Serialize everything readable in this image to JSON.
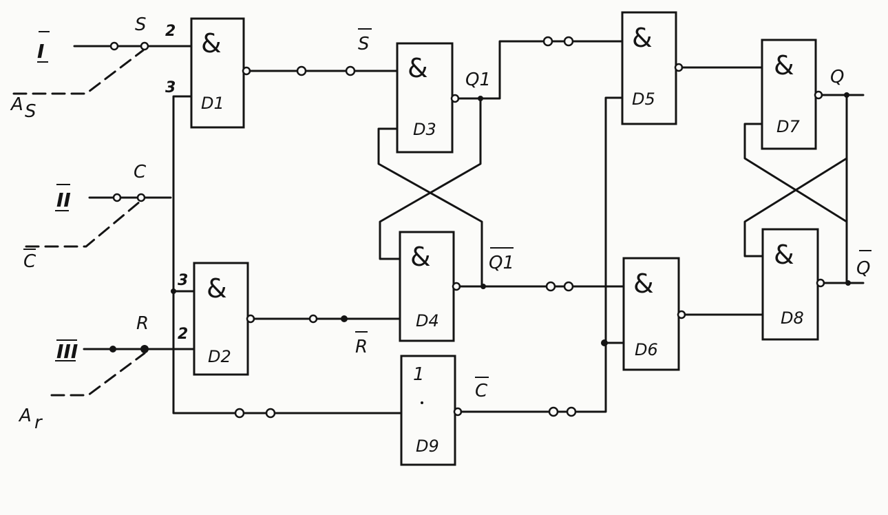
{
  "gates": {
    "d1": {
      "symbol": "&",
      "name": "D1"
    },
    "d2": {
      "symbol": "&",
      "name": "D2"
    },
    "d3": {
      "symbol": "&",
      "name": "D3"
    },
    "d4": {
      "symbol": "&",
      "name": "D4"
    },
    "d5": {
      "symbol": "&",
      "name": "D5"
    },
    "d6": {
      "symbol": "&",
      "name": "D6"
    },
    "d7": {
      "symbol": "&",
      "name": "D7"
    },
    "d8": {
      "symbol": "&",
      "name": "D8"
    },
    "d9": {
      "symbol": "1",
      "name": "D9"
    }
  },
  "inputs": {
    "one": "I",
    "two": "II",
    "three": "III"
  },
  "switches": {
    "s": "S",
    "c": "C",
    "r": "R"
  },
  "controls": {
    "as_main": "A",
    "as_sub": "S",
    "c_bar": "C",
    "ar_main": "A",
    "ar_sub": "r"
  },
  "pins": {
    "d1_top": "2",
    "d1_bottom": "3",
    "d2_top": "3",
    "d2_bottom": "2"
  },
  "signals": {
    "s_bar": "S",
    "r_bar": "R",
    "c_bar": "C",
    "q1": "Q1",
    "q1_bar": "Q1",
    "q": "Q",
    "q_bar": "Q"
  }
}
